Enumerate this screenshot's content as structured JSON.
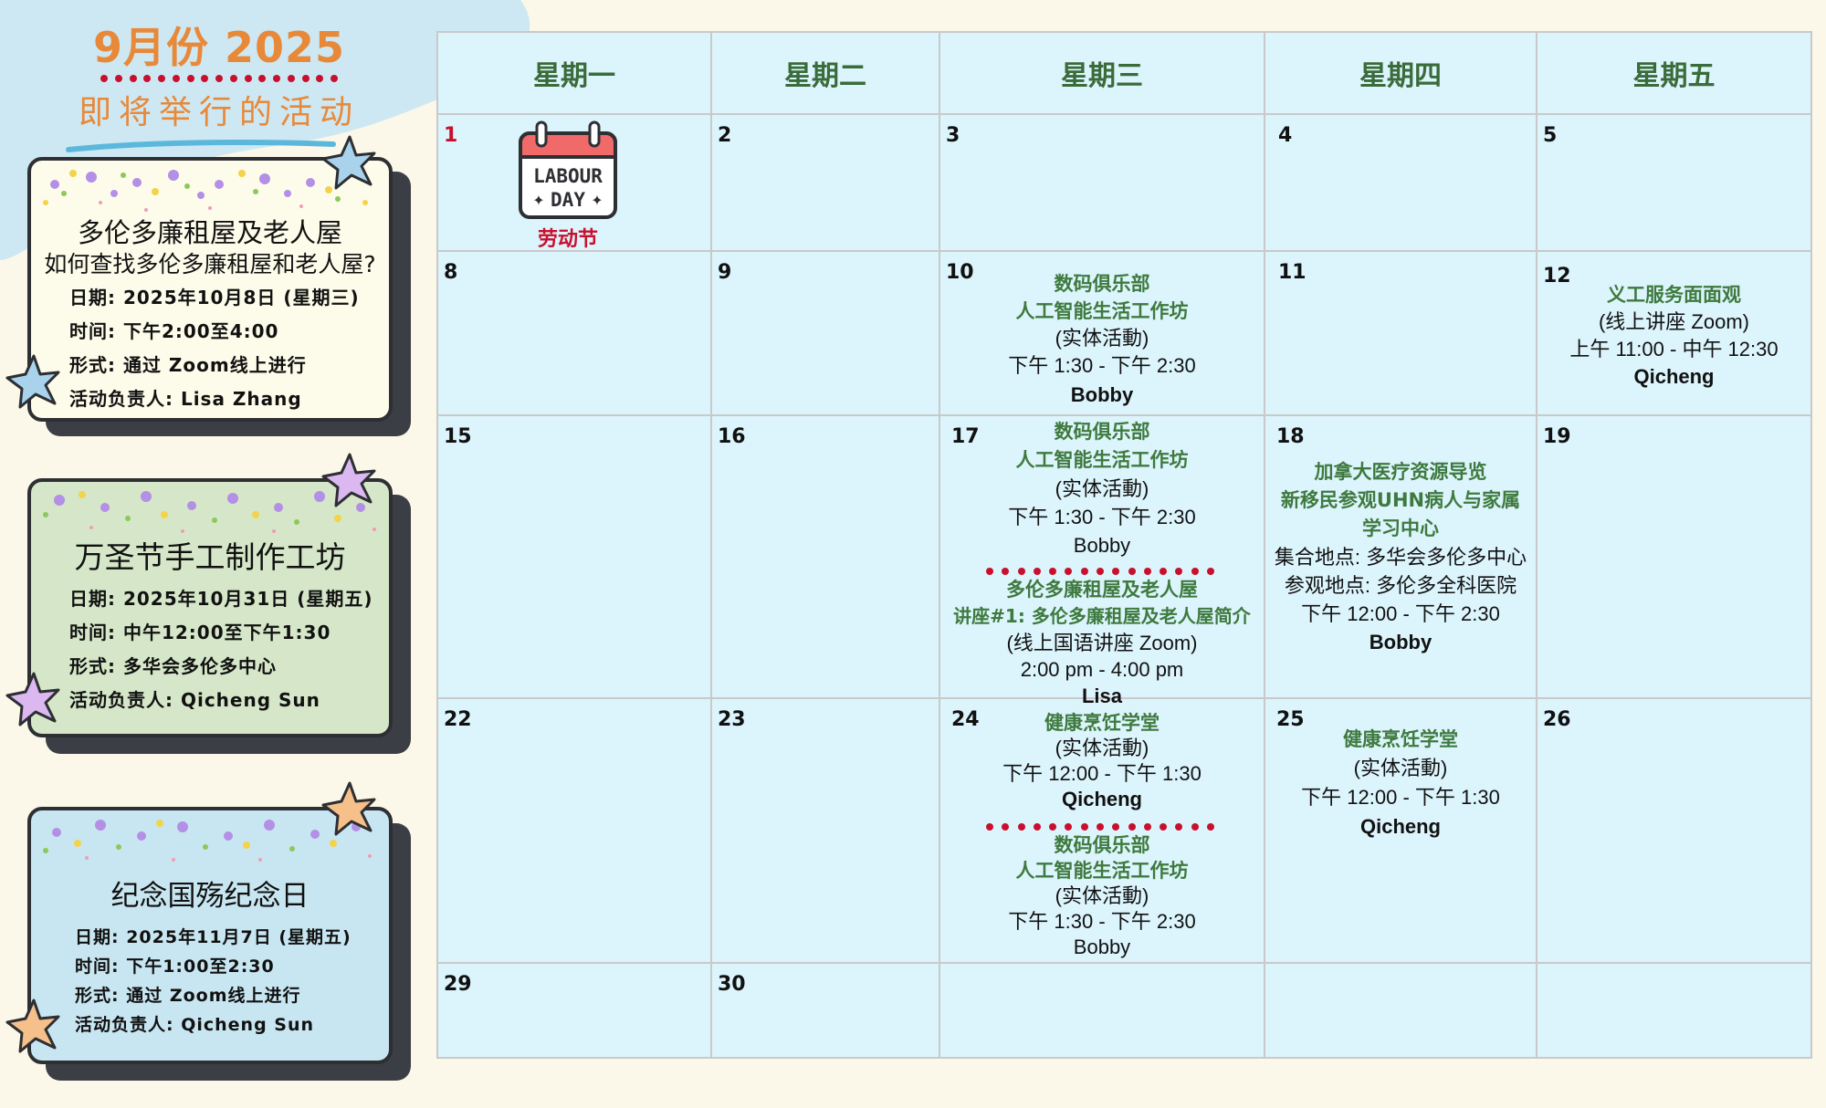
{
  "header": {
    "month": "9月份 2025",
    "subtitle": "即将举行的活动"
  },
  "cards": [
    {
      "title": "多伦多廉租屋及老人屋",
      "subtitle": "如何查找多伦多廉租屋和老人屋?",
      "date": "日期: 2025年10月8日 (星期三)",
      "time": "时间: 下午2:00至4:00",
      "format": "形式: 通过 Zoom线上进行",
      "host": "活动负责人: Lisa Zhang",
      "bg": "#fdfcea"
    },
    {
      "title": "万圣节手工制作工坊",
      "date": "日期: 2025年10月31日 (星期五)",
      "time": "时间: 中午12:00至下午1:30",
      "format": "形式: 多华会多伦多中心",
      "host": "活动负责人: Qicheng Sun",
      "bg": "#d5e7c8"
    },
    {
      "title": "纪念国殇纪念日",
      "date": "日期: 2025年11月7日 (星期五)",
      "time": "时间: 下午1:00至2:30",
      "format": "形式: 通过 Zoom线上进行",
      "host": "活动负责人: Qicheng Sun",
      "bg": "#c8e6f1"
    }
  ],
  "calendar": {
    "weekdays": [
      "星期一",
      "星期二",
      "星期三",
      "星期四",
      "星期五"
    ],
    "labour_day": {
      "badge_line1": "LABOUR",
      "badge_line2": "DAY",
      "caption": "劳动节"
    },
    "days": {
      "d1": "1",
      "d2": "2",
      "d3": "3",
      "d4": "4",
      "d5": "5",
      "d8": "8",
      "d9": "9",
      "d10": "10",
      "d11": "11",
      "d12": "12",
      "d15": "15",
      "d16": "16",
      "d17": "17",
      "d18": "18",
      "d19": "19",
      "d22": "22",
      "d23": "23",
      "d24": "24",
      "d25": "25",
      "d26": "26",
      "d29": "29",
      "d30": "30"
    },
    "events": {
      "e10": {
        "t1": "数码俱乐部",
        "t2": "人工智能生活工作坊",
        "mode": "(实体活動)",
        "time": "下午 1:30 - 下午 2:30",
        "host": "Bobby"
      },
      "e12": {
        "t1": "义工服务面面观",
        "mode": "(线上讲座 Zoom)",
        "time": "上午 11:00 - 中午 12:30",
        "host": "Qicheng"
      },
      "e17a": {
        "t1": "数码俱乐部",
        "t2": "人工智能生活工作坊",
        "mode": "(实体活動)",
        "time": "下午 1:30 - 下午 2:30",
        "host": "Bobby"
      },
      "e17b": {
        "t1": "多伦多廉租屋及老人屋",
        "t2": "讲座#1: 多伦多廉租屋及老人屋简介",
        "mode": "(线上国语讲座 Zoom)",
        "time": "2:00 pm - 4:00 pm",
        "host": "Lisa"
      },
      "e18": {
        "t1": "加拿大医疗资源导览",
        "t2": "新移民参观UHN病人与家属",
        "t3": "学习中心",
        "meet": "集合地点: 多华会多伦多中心",
        "visit": "参观地点: 多伦多全科医院",
        "time": "下午 12:00  - 下午 2:30",
        "host": "Bobby"
      },
      "e24a": {
        "t1": "健康烹饪学堂",
        "mode": "(实体活動)",
        "time": "下午 12:00 - 下午 1:30",
        "host": "Qicheng"
      },
      "e24b": {
        "t1": "数码俱乐部",
        "t2": "人工智能生活工作坊",
        "mode": "(实体活動)",
        "time": "下午 1:30 - 下午 2:30",
        "host": "Bobby"
      },
      "e25": {
        "t1": "健康烹饪学堂",
        "mode": "(实体活動)",
        "time": "下午 12:00 - 下午 1:30",
        "host": "Qicheng"
      }
    }
  },
  "colors": {
    "accent": "#e8893a",
    "header_text": "#3a6b3a",
    "event_title": "#3e7a3e",
    "holiday": "#c8102e",
    "calendar_bg": "#dcf4fc"
  }
}
